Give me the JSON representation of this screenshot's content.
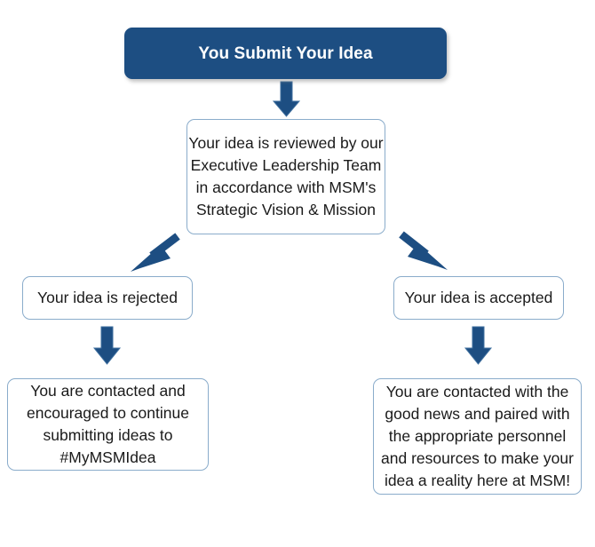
{
  "diagram": {
    "title": "Idea Submission Process Flowchart",
    "background_color": "#ffffff",
    "accent_color": "#1d4e82",
    "outline_color": "#8aaccb",
    "nodes": {
      "submit": {
        "id": "node-submit",
        "label": "You Submit Your Idea",
        "style": "filled",
        "fill": "#1d4e82",
        "text_color": "#ffffff"
      },
      "review": {
        "id": "node-review",
        "label": "Your idea is reviewed by our Executive Leadership Team in accordance with MSM's Strategic Vision & Mission",
        "style": "outlined",
        "fill": "#ffffff",
        "text_color": "#1a1a1a"
      },
      "rejected": {
        "id": "node-rejected",
        "label": "Your idea is rejected",
        "style": "outlined",
        "fill": "#ffffff",
        "text_color": "#1a1a1a"
      },
      "accepted": {
        "id": "node-accepted",
        "label": "Your idea is accepted",
        "style": "outlined",
        "fill": "#ffffff",
        "text_color": "#1a1a1a"
      },
      "rejected_next": {
        "id": "node-rejected-next",
        "label": "You are contacted and encouraged to continue submitting ideas to #MyMSMIdea",
        "style": "outlined",
        "fill": "#ffffff",
        "text_color": "#1a1a1a"
      },
      "accepted_next": {
        "id": "node-accepted-next",
        "label": "You are contacted with the good news and paired with the appropriate personnel and resources to make your idea a reality here at MSM!",
        "style": "outlined",
        "fill": "#ffffff",
        "text_color": "#1a1a1a"
      }
    },
    "connectors": [
      {
        "name": "submit-to-review",
        "from": "submit",
        "to": "review",
        "direction": "down"
      },
      {
        "name": "review-to-rejected",
        "from": "review",
        "to": "rejected",
        "direction": "down-left"
      },
      {
        "name": "review-to-accepted",
        "from": "review",
        "to": "accepted",
        "direction": "down-right"
      },
      {
        "name": "rejected-to-rejected-next",
        "from": "rejected",
        "to": "rejected_next",
        "direction": "down"
      },
      {
        "name": "accepted-to-accepted-next",
        "from": "accepted",
        "to": "accepted_next",
        "direction": "down"
      }
    ]
  }
}
